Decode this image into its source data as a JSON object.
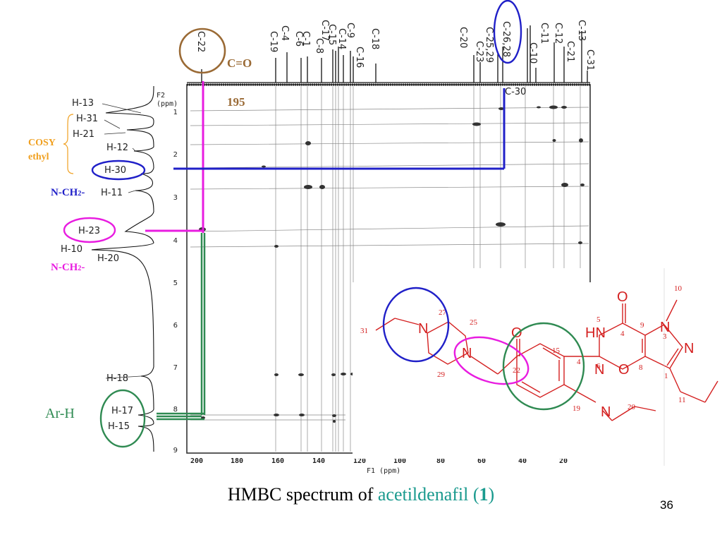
{
  "slide": {
    "caption_prefix": "HMBC spectrum of ",
    "caption_compound": "acetildenafil",
    "caption_open": " (",
    "caption_number": "1",
    "caption_close": ")",
    "page_number": "36"
  },
  "spectrum": {
    "f2_axis_label": "F2\n(ppm)",
    "f1_axis_label": "F1 (ppm)",
    "f1_ticks": [
      "200",
      "180",
      "160",
      "140",
      "120",
      "100",
      "80",
      "60",
      "40",
      "20"
    ],
    "f2_ticks": [
      "1",
      "2",
      "3",
      "4",
      "5",
      "6",
      "7",
      "8",
      "9"
    ],
    "carbon_labels": [
      "C-22",
      "C-19",
      "C-4",
      "C-6",
      "C-1",
      "C-17",
      "C-15",
      "C-14",
      "C-8",
      "C-9",
      "C-16",
      "C-18",
      "C-20",
      "C-23",
      "C-25,29",
      "C-26,28",
      "C-10",
      "C-11",
      "C-12",
      "C-21",
      "C-13",
      "C-31",
      "C-30"
    ],
    "proton_labels": [
      "H-13",
      "H-31",
      "H-21",
      "H-12",
      "H-30",
      "H-11",
      "H-23",
      "H-10",
      "H-20",
      "H-18",
      "H-17",
      "H-15"
    ],
    "annotations": {
      "carbonyl": "C=O",
      "carbonyl_shift": "195",
      "cosy_line1": "COSY",
      "cosy_line2": "ethyl",
      "nch2_blue": "N-CH2-",
      "nch2_magenta": "N-CH2-",
      "arh": "Ar-H"
    }
  },
  "structure": {
    "atom_labels": [
      "O",
      "HN",
      "N",
      "N",
      "N",
      "N",
      "O",
      "N",
      "N",
      "O"
    ],
    "locants": [
      "10",
      "5",
      "9",
      "4",
      "3",
      "6",
      "8",
      "1",
      "15",
      "4",
      "22",
      "25",
      "27",
      "31",
      "29",
      "19",
      "20",
      "11"
    ]
  },
  "colors": {
    "brown": "#9a6a35",
    "blue": "#2020c8",
    "magenta": "#e81ce0",
    "green": "#2f8a52",
    "orange": "#f0a020",
    "red": "#d42020",
    "teal": "#1a9a8e"
  }
}
